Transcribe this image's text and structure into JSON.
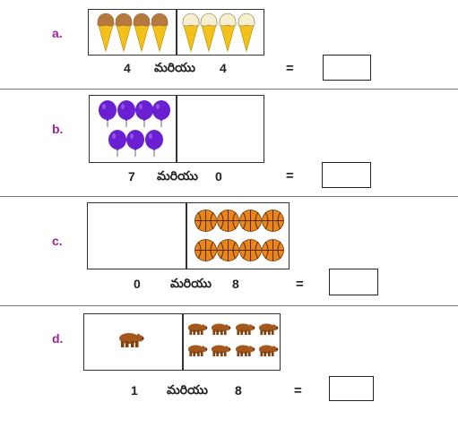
{
  "problems": [
    {
      "label": "a.",
      "left": "4",
      "word": "మరియు",
      "right": "4",
      "equals": "="
    },
    {
      "label": "b.",
      "left": "7",
      "word": "మరియు",
      "right": "0",
      "equals": "="
    },
    {
      "label": "c.",
      "left": "0",
      "word": "మరియు",
      "right": "8",
      "equals": "="
    },
    {
      "label": "d.",
      "left": "1",
      "word": "మరియు",
      "right": "8",
      "equals": "="
    }
  ],
  "icons": {
    "a_left": "chocolate-ice-cream-cone-icon",
    "a_right": "vanilla-ice-cream-cone-icon",
    "b_left": "purple-balloon-icon",
    "c_right": "basketball-icon",
    "d_left": "brown-bear-icon",
    "d_right": "brown-bear-icon"
  },
  "colors": {
    "label": "#a0229d",
    "chocolate": "#b5783f",
    "vanilla": "#f6efcf",
    "cone": "#f3c21a",
    "balloon": "#6a1fd0",
    "basketball": "#e8861c",
    "bear": "#a4581d"
  }
}
